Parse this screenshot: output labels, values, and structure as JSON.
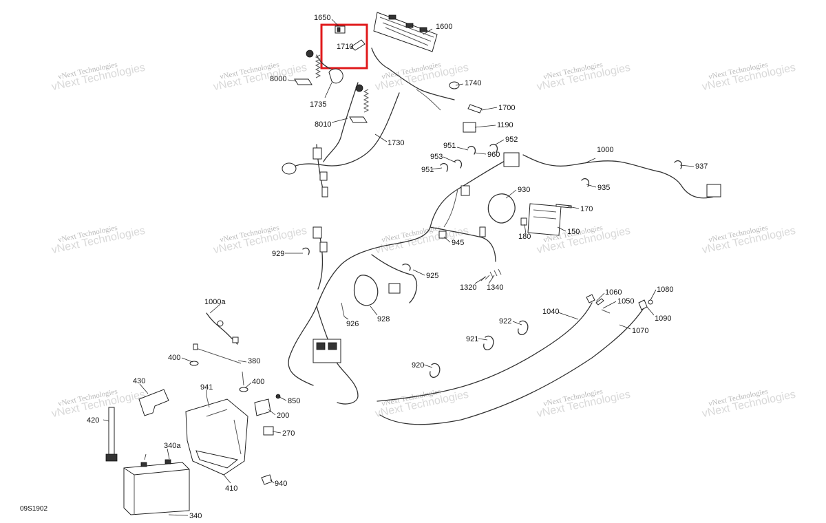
{
  "figure_id": "09S1902",
  "watermark": {
    "line1": "vNext Technologies",
    "line2": "vNext Technologies"
  },
  "highlight": {
    "color": "#e0191b",
    "part": "1710"
  },
  "part_labels": {
    "p1650": "1650",
    "p1710": "1710",
    "p1600": "1600",
    "p8000": "8000",
    "p1735": "1735",
    "p8010": "8010",
    "p1740": "1740",
    "p1700": "1700",
    "p1730": "1730",
    "p1190": "1190",
    "p951a": "951",
    "p952": "952",
    "p953": "953",
    "p960": "960",
    "p951b": "951",
    "p1000": "1000",
    "p937": "937",
    "p935": "935",
    "p930": "930",
    "p170": "170",
    "p150": "150",
    "p180": "180",
    "p945": "945",
    "p929": "929",
    "p925": "925",
    "p1320": "1320",
    "p1340": "1340",
    "p926": "926",
    "p928": "928",
    "p1000a": "1000a",
    "p1060": "1060",
    "p1050": "1050",
    "p1080": "1080",
    "p1090": "1090",
    "p1040": "1040",
    "p922": "922",
    "p1070": "1070",
    "p921": "921",
    "p920": "920",
    "p400a": "400",
    "p380": "380",
    "p400b": "400",
    "p941": "941",
    "p850": "850",
    "p430": "430",
    "p200": "200",
    "p420": "420",
    "p270": "270",
    "p340a": "340a",
    "p410": "410",
    "p940": "940",
    "p340": "340"
  }
}
